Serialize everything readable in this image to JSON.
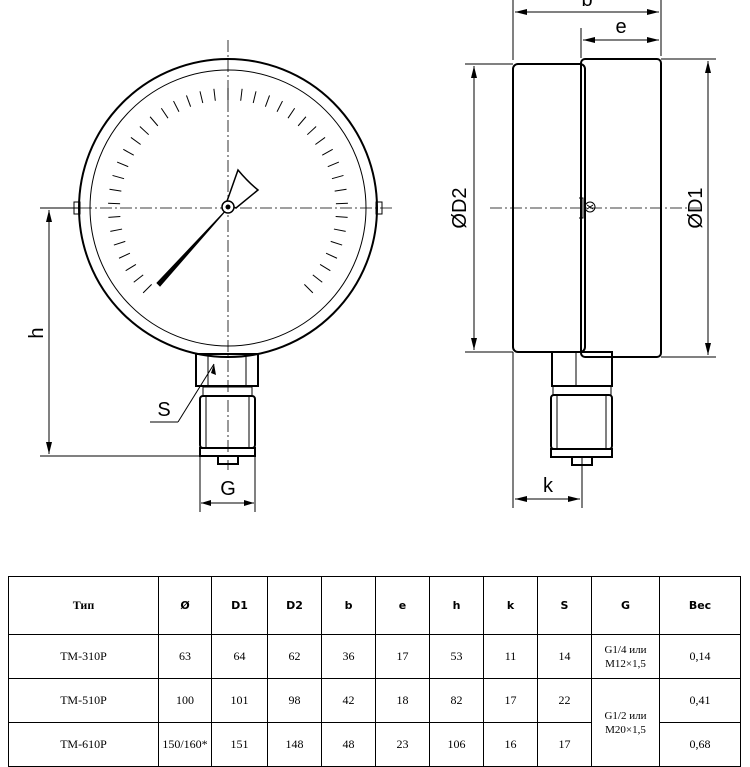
{
  "dimensions": {
    "b": "b",
    "e": "e",
    "h": "h",
    "S": "S",
    "G": "G",
    "k": "k",
    "D1": "ØD1",
    "D2": "ØD2"
  },
  "table": {
    "headers": [
      "Тип",
      "Ø",
      "D1",
      "D2",
      "b",
      "e",
      "h",
      "k",
      "S",
      "G",
      "Вес"
    ],
    "rows": [
      {
        "type": "ТМ-310Р",
        "dia": "63",
        "d1": "64",
        "d2": "62",
        "b": "36",
        "e": "17",
        "h": "53",
        "k": "11",
        "s": "14",
        "g": "G1/4 или М12×1,5",
        "weight": "0,14"
      },
      {
        "type": "ТМ-510Р",
        "dia": "100",
        "d1": "101",
        "d2": "98",
        "b": "42",
        "e": "18",
        "h": "82",
        "k": "17",
        "s": "22",
        "g": "G1/2 или М20×1,5",
        "weight": "0,41"
      },
      {
        "type": "ТМ-610Р",
        "dia": "150/160*",
        "d1": "151",
        "d2": "148",
        "b": "48",
        "e": "23",
        "h": "106",
        "k": "16",
        "s": "17",
        "g": "",
        "weight": "0,68"
      }
    ]
  }
}
